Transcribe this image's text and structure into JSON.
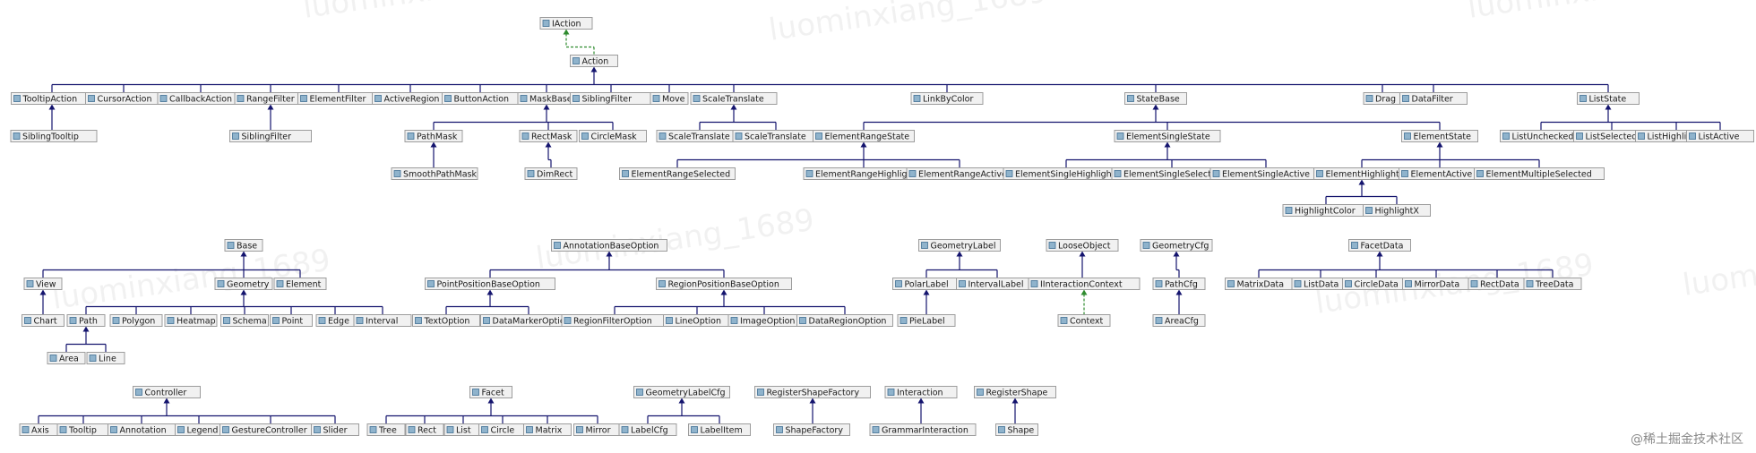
{
  "watermark_text": "luominxiang_1689",
  "footer_mark": "@稀土掘金技术社区",
  "nodes": [
    {
      "id": "IAction",
      "label": "IAction"
    },
    {
      "id": "Action",
      "label": "Action"
    },
    {
      "id": "TooltipAction",
      "label": "TooltipAction"
    },
    {
      "id": "CursorAction",
      "label": "CursorAction"
    },
    {
      "id": "CallbackAction",
      "label": "CallbackAction"
    },
    {
      "id": "RangeFilter",
      "label": "RangeFilter"
    },
    {
      "id": "ElementFilter",
      "label": "ElementFilter"
    },
    {
      "id": "ActiveRegion",
      "label": "ActiveRegion"
    },
    {
      "id": "ButtonAction",
      "label": "ButtonAction"
    },
    {
      "id": "MaskBase",
      "label": "MaskBase"
    },
    {
      "id": "SiblingFilter",
      "label": "SiblingFilter"
    },
    {
      "id": "Move",
      "label": "Move"
    },
    {
      "id": "ScaleTranslate",
      "label": "ScaleTranslate"
    },
    {
      "id": "LinkByColor",
      "label": "LinkByColor"
    },
    {
      "id": "StateBase",
      "label": "StateBase"
    },
    {
      "id": "Drag",
      "label": "Drag"
    },
    {
      "id": "DataFilter",
      "label": "DataFilter"
    },
    {
      "id": "ListState",
      "label": "ListState"
    },
    {
      "id": "SiblingTooltip",
      "label": "SiblingTooltip"
    },
    {
      "id": "SiblingFilter2",
      "label": "SiblingFilter"
    },
    {
      "id": "PathMask",
      "label": "PathMask"
    },
    {
      "id": "RectMask",
      "label": "RectMask"
    },
    {
      "id": "CircleMask",
      "label": "CircleMask"
    },
    {
      "id": "ScaleTranslate2",
      "label": "ScaleTranslate"
    },
    {
      "id": "ScaleTranslate3",
      "label": "ScaleTranslate"
    },
    {
      "id": "ElementRangeState",
      "label": "ElementRangeState"
    },
    {
      "id": "ElementSingleState",
      "label": "ElementSingleState"
    },
    {
      "id": "ElementState",
      "label": "ElementState"
    },
    {
      "id": "ListUnchecked",
      "label": "ListUnchecked"
    },
    {
      "id": "ListSelected",
      "label": "ListSelected"
    },
    {
      "id": "ListHighlight",
      "label": "ListHighlight"
    },
    {
      "id": "ListActive",
      "label": "ListActive"
    },
    {
      "id": "SmoothPathMask",
      "label": "SmoothPathMask"
    },
    {
      "id": "DimRect",
      "label": "DimRect"
    },
    {
      "id": "ElementRangeSelected",
      "label": "ElementRangeSelected"
    },
    {
      "id": "ElementRangeHighlight",
      "label": "ElementRangeHighlight"
    },
    {
      "id": "ElementRangeActive",
      "label": "ElementRangeActive"
    },
    {
      "id": "ElementSingleHighlight",
      "label": "ElementSingleHighlight"
    },
    {
      "id": "ElementSingleSelected",
      "label": "ElementSingleSelected"
    },
    {
      "id": "ElementSingleActive",
      "label": "ElementSingleActive"
    },
    {
      "id": "ElementHighlight",
      "label": "ElementHighlight"
    },
    {
      "id": "ElementActive",
      "label": "ElementActive"
    },
    {
      "id": "ElementMultipleSelected",
      "label": "ElementMultipleSelected"
    },
    {
      "id": "HighlightColor",
      "label": "HighlightColor"
    },
    {
      "id": "HighlightX",
      "label": "HighlightX"
    },
    {
      "id": "Base",
      "label": "Base"
    },
    {
      "id": "View",
      "label": "View"
    },
    {
      "id": "Geometry",
      "label": "Geometry"
    },
    {
      "id": "Element",
      "label": "Element"
    },
    {
      "id": "Chart",
      "label": "Chart"
    },
    {
      "id": "Path",
      "label": "Path"
    },
    {
      "id": "Polygon",
      "label": "Polygon"
    },
    {
      "id": "Heatmap",
      "label": "Heatmap"
    },
    {
      "id": "Schema",
      "label": "Schema"
    },
    {
      "id": "Point",
      "label": "Point"
    },
    {
      "id": "Edge",
      "label": "Edge"
    },
    {
      "id": "Interval",
      "label": "Interval"
    },
    {
      "id": "Area",
      "label": "Area"
    },
    {
      "id": "Line",
      "label": "Line"
    },
    {
      "id": "AnnotationBaseOption",
      "label": "AnnotationBaseOption"
    },
    {
      "id": "PointPositionBaseOption",
      "label": "PointPositionBaseOption"
    },
    {
      "id": "RegionPositionBaseOption",
      "label": "RegionPositionBaseOption"
    },
    {
      "id": "TextOption",
      "label": "TextOption"
    },
    {
      "id": "DataMarkerOption",
      "label": "DataMarkerOption"
    },
    {
      "id": "RegionFilterOption",
      "label": "RegionFilterOption"
    },
    {
      "id": "LineOption",
      "label": "LineOption"
    },
    {
      "id": "ImageOption",
      "label": "ImageOption"
    },
    {
      "id": "DataRegionOption",
      "label": "DataRegionOption"
    },
    {
      "id": "GeometryLabel",
      "label": "GeometryLabel"
    },
    {
      "id": "PolarLabel",
      "label": "PolarLabel"
    },
    {
      "id": "IntervalLabel",
      "label": "IntervalLabel"
    },
    {
      "id": "PieLabel",
      "label": "PieLabel"
    },
    {
      "id": "LooseObject",
      "label": "LooseObject"
    },
    {
      "id": "IInteractionContext",
      "label": "IInteractionContext"
    },
    {
      "id": "Context",
      "label": "Context"
    },
    {
      "id": "GeometryCfg",
      "label": "GeometryCfg"
    },
    {
      "id": "PathCfg",
      "label": "PathCfg"
    },
    {
      "id": "AreaCfg",
      "label": "AreaCfg"
    },
    {
      "id": "FacetData",
      "label": "FacetData"
    },
    {
      "id": "MatrixData",
      "label": "MatrixData"
    },
    {
      "id": "ListData",
      "label": "ListData"
    },
    {
      "id": "CircleData",
      "label": "CircleData"
    },
    {
      "id": "MirrorData",
      "label": "MirrorData"
    },
    {
      "id": "RectData",
      "label": "RectData"
    },
    {
      "id": "TreeData",
      "label": "TreeData"
    },
    {
      "id": "Controller",
      "label": "Controller"
    },
    {
      "id": "Axis",
      "label": "Axis"
    },
    {
      "id": "Tooltip",
      "label": "Tooltip"
    },
    {
      "id": "Annotation",
      "label": "Annotation"
    },
    {
      "id": "Legend",
      "label": "Legend"
    },
    {
      "id": "GestureController",
      "label": "GestureController"
    },
    {
      "id": "Slider",
      "label": "Slider"
    },
    {
      "id": "Facet",
      "label": "Facet"
    },
    {
      "id": "Tree",
      "label": "Tree"
    },
    {
      "id": "Rect",
      "label": "Rect"
    },
    {
      "id": "List",
      "label": "List"
    },
    {
      "id": "Circle",
      "label": "Circle"
    },
    {
      "id": "Matrix",
      "label": "Matrix"
    },
    {
      "id": "Mirror",
      "label": "Mirror"
    },
    {
      "id": "GeometryLabelCfg",
      "label": "GeometryLabelCfg"
    },
    {
      "id": "LabelCfg",
      "label": "LabelCfg"
    },
    {
      "id": "LabelItem",
      "label": "LabelItem"
    },
    {
      "id": "RegisterShapeFactory",
      "label": "RegisterShapeFactory"
    },
    {
      "id": "ShapeFactory",
      "label": "ShapeFactory"
    },
    {
      "id": "Interaction",
      "label": "Interaction"
    },
    {
      "id": "GrammarInteraction",
      "label": "GrammarInteraction"
    },
    {
      "id": "RegisterShape",
      "label": "RegisterShape"
    },
    {
      "id": "Shape",
      "label": "Shape"
    }
  ],
  "edges": [
    {
      "parent": "IAction",
      "children": [
        "Action"
      ],
      "style": "implements"
    },
    {
      "parent": "Action",
      "children": [
        "TooltipAction",
        "CursorAction",
        "CallbackAction",
        "RangeFilter",
        "ElementFilter",
        "ActiveRegion",
        "ButtonAction",
        "MaskBase",
        "SiblingFilter",
        "Move",
        "ScaleTranslate",
        "LinkByColor",
        "StateBase",
        "Drag",
        "DataFilter",
        "ListState"
      ],
      "style": "extends"
    },
    {
      "parent": "TooltipAction",
      "children": [
        "SiblingTooltip"
      ],
      "style": "extends"
    },
    {
      "parent": "RangeFilter",
      "children": [
        "SiblingFilter2"
      ],
      "style": "extends"
    },
    {
      "parent": "MaskBase",
      "children": [
        "PathMask",
        "RectMask",
        "CircleMask"
      ],
      "style": "extends"
    },
    {
      "parent": "ScaleTranslate",
      "children": [
        "ScaleTranslate2",
        "ScaleTranslate3"
      ],
      "style": "extends"
    },
    {
      "parent": "StateBase",
      "children": [
        "ElementRangeState",
        "ElementSingleState",
        "ElementState"
      ],
      "style": "extends"
    },
    {
      "parent": "ListState",
      "children": [
        "ListUnchecked",
        "ListSelected",
        "ListHighlight",
        "ListActive"
      ],
      "style": "extends"
    },
    {
      "parent": "PathMask",
      "children": [
        "SmoothPathMask"
      ],
      "style": "extends"
    },
    {
      "parent": "RectMask",
      "children": [
        "DimRect"
      ],
      "style": "extends"
    },
    {
      "parent": "ElementRangeState",
      "children": [
        "ElementRangeSelected",
        "ElementRangeHighlight",
        "ElementRangeActive"
      ],
      "style": "extends"
    },
    {
      "parent": "ElementSingleState",
      "children": [
        "ElementSingleHighlight",
        "ElementSingleSelected",
        "ElementSingleActive"
      ],
      "style": "extends"
    },
    {
      "parent": "ElementState",
      "children": [
        "ElementHighlight",
        "ElementActive",
        "ElementMultipleSelected"
      ],
      "style": "extends"
    },
    {
      "parent": "ElementHighlight",
      "children": [
        "HighlightColor",
        "HighlightX"
      ],
      "style": "extends"
    },
    {
      "parent": "Base",
      "children": [
        "View",
        "Geometry",
        "Element"
      ],
      "style": "extends"
    },
    {
      "parent": "View",
      "children": [
        "Chart"
      ],
      "style": "extends"
    },
    {
      "parent": "Geometry",
      "children": [
        "Path",
        "Polygon",
        "Heatmap",
        "Schema",
        "Point",
        "Edge",
        "Interval"
      ],
      "style": "extends"
    },
    {
      "parent": "Path",
      "children": [
        "Area",
        "Line"
      ],
      "style": "extends"
    },
    {
      "parent": "AnnotationBaseOption",
      "children": [
        "PointPositionBaseOption",
        "RegionPositionBaseOption"
      ],
      "style": "extends"
    },
    {
      "parent": "PointPositionBaseOption",
      "children": [
        "TextOption",
        "DataMarkerOption"
      ],
      "style": "extends"
    },
    {
      "parent": "RegionPositionBaseOption",
      "children": [
        "RegionFilterOption",
        "LineOption",
        "ImageOption",
        "DataRegionOption"
      ],
      "style": "extends"
    },
    {
      "parent": "GeometryLabel",
      "children": [
        "PolarLabel",
        "IntervalLabel"
      ],
      "style": "extends"
    },
    {
      "parent": "PolarLabel",
      "children": [
        "PieLabel"
      ],
      "style": "extends"
    },
    {
      "parent": "LooseObject",
      "children": [
        "IInteractionContext"
      ],
      "style": "extends"
    },
    {
      "parent": "IInteractionContext",
      "children": [
        "Context"
      ],
      "style": "implements"
    },
    {
      "parent": "GeometryCfg",
      "children": [
        "PathCfg"
      ],
      "style": "extends"
    },
    {
      "parent": "PathCfg",
      "children": [
        "AreaCfg"
      ],
      "style": "extends"
    },
    {
      "parent": "FacetData",
      "children": [
        "MatrixData",
        "ListData",
        "CircleData",
        "MirrorData",
        "RectData",
        "TreeData"
      ],
      "style": "extends"
    },
    {
      "parent": "Controller",
      "children": [
        "Axis",
        "Tooltip",
        "Annotation",
        "Legend",
        "GestureController",
        "Slider"
      ],
      "style": "extends"
    },
    {
      "parent": "Facet",
      "children": [
        "Tree",
        "Rect",
        "List",
        "Circle",
        "Matrix",
        "Mirror"
      ],
      "style": "extends"
    },
    {
      "parent": "GeometryLabelCfg",
      "children": [
        "LabelCfg",
        "LabelItem"
      ],
      "style": "extends"
    },
    {
      "parent": "RegisterShapeFactory",
      "children": [
        "ShapeFactory"
      ],
      "style": "extends"
    },
    {
      "parent": "Interaction",
      "children": [
        "GrammarInteraction"
      ],
      "style": "extends"
    },
    {
      "parent": "RegisterShape",
      "children": [
        "Shape"
      ],
      "style": "extends"
    }
  ]
}
